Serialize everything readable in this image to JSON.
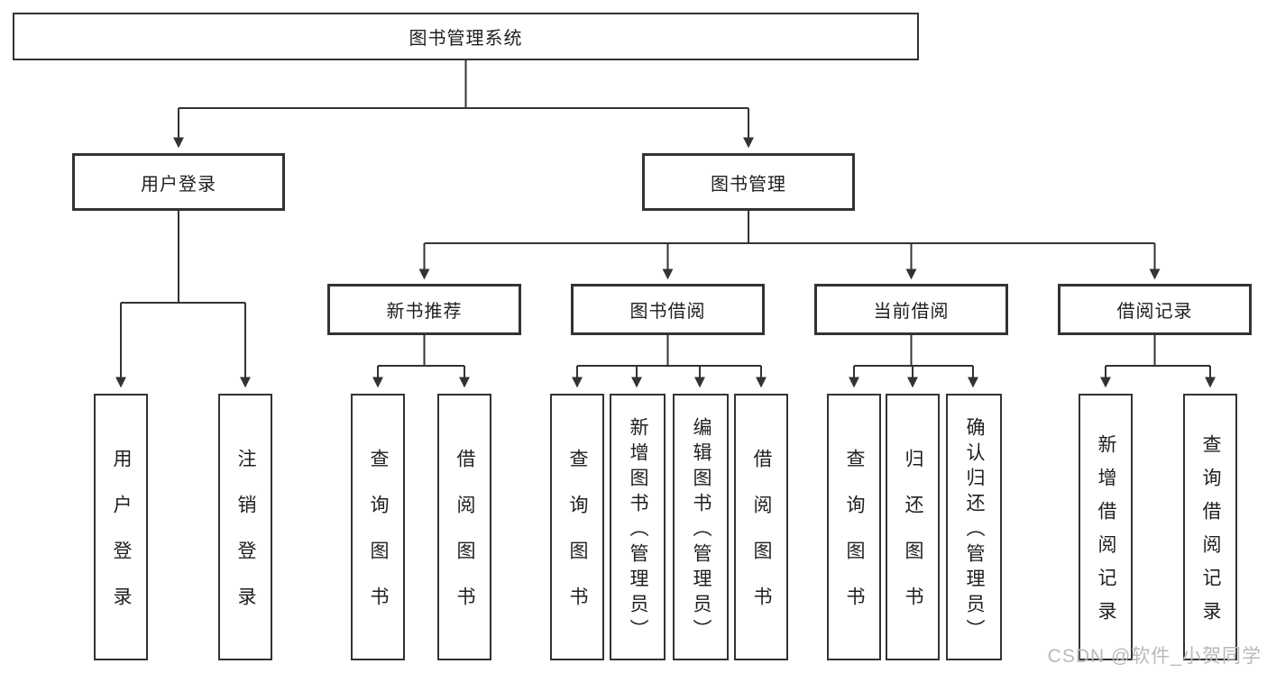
{
  "diagram": {
    "title_node": {
      "label": "图书管理系统"
    },
    "level2": [
      {
        "label": "用户登录"
      },
      {
        "label": "图书管理"
      }
    ],
    "level3": [
      {
        "label": "新书推荐"
      },
      {
        "label": "图书借阅"
      },
      {
        "label": "当前借阅"
      },
      {
        "label": "借阅记录"
      }
    ],
    "leaves": [
      {
        "label": "用户登录"
      },
      {
        "label": "注销登录"
      },
      {
        "label": "查询图书"
      },
      {
        "label": "借阅图书"
      },
      {
        "label": "查询图书"
      },
      {
        "label": "新增图书（管理员）"
      },
      {
        "label": "编辑图书（管理员）"
      },
      {
        "label": "借阅图书"
      },
      {
        "label": "查询图书"
      },
      {
        "label": "归还图书"
      },
      {
        "label": "确认归还（管理员）"
      },
      {
        "label": "新增借阅记录"
      },
      {
        "label": "查询借阅记录"
      }
    ],
    "colors": {
      "line": "#333333",
      "box_border": "#333333",
      "background": "#ffffff",
      "text": "#1f1f1f",
      "watermark": "#b9b9b9"
    }
  },
  "watermark": {
    "text": "CSDN @软件_小贺同学"
  }
}
